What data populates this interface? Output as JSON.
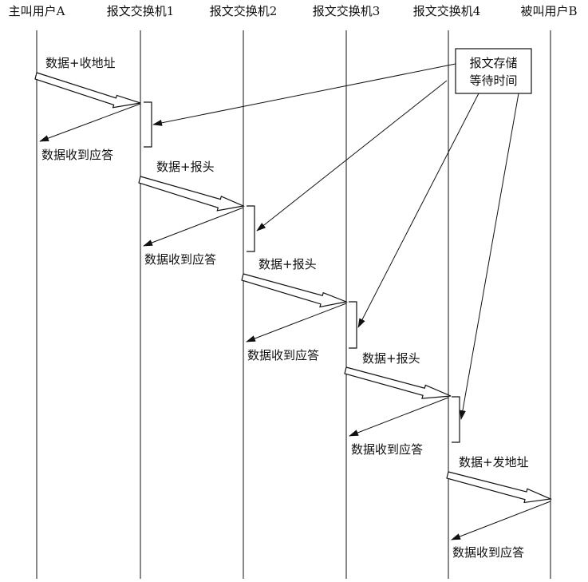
{
  "lanes": [
    "主叫用户A",
    "报文交换机1",
    "报文交换机2",
    "报文交换机3",
    "报文交换机4",
    "被叫用户B"
  ],
  "note_box": {
    "line1": "报文存储",
    "line2": "等待时间"
  },
  "messages": [
    {
      "label": "数据+收地址",
      "from": "主叫用户A",
      "to": "报文交换机1"
    },
    {
      "label": "数据收到应答",
      "from": "报文交换机1",
      "to": "主叫用户A"
    },
    {
      "label": "数据+报头",
      "from": "报文交换机1",
      "to": "报文交换机2"
    },
    {
      "label": "数据收到应答",
      "from": "报文交换机2",
      "to": "报文交换机1"
    },
    {
      "label": "数据+报头",
      "from": "报文交换机2",
      "to": "报文交换机3"
    },
    {
      "label": "数据收到应答",
      "from": "报文交换机3",
      "to": "报文交换机2"
    },
    {
      "label": "数据+报头",
      "from": "报文交换机3",
      "to": "报文交换机4"
    },
    {
      "label": "数据收到应答",
      "from": "报文交换机4",
      "to": "报文交换机3"
    },
    {
      "label": "数据+发地址",
      "from": "报文交换机4",
      "to": "被叫用户B"
    },
    {
      "label": "数据收到应答",
      "from": "被叫用户B",
      "to": "报文交换机4"
    }
  ]
}
